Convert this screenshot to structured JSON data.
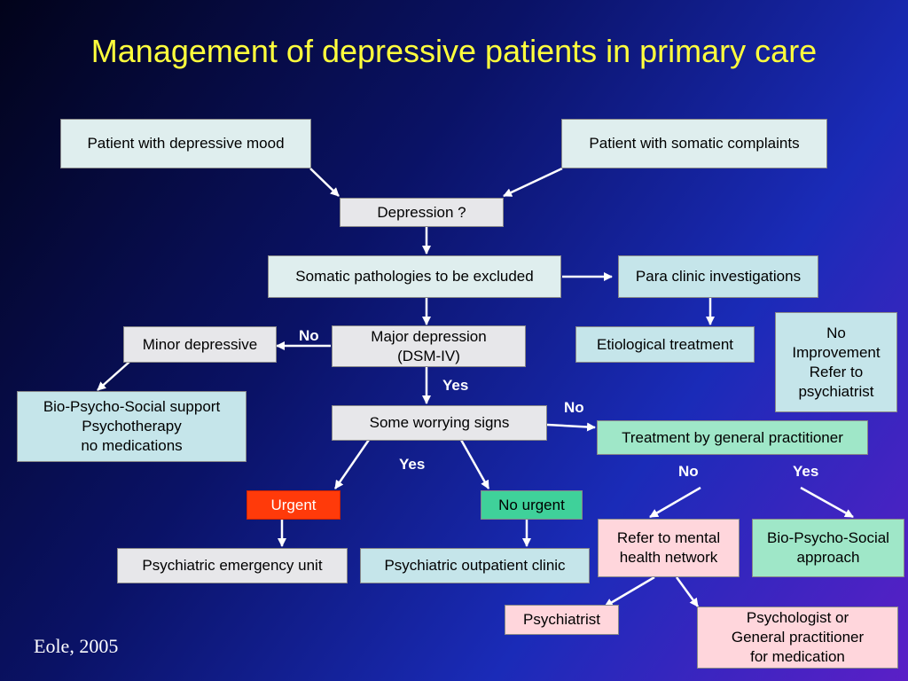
{
  "title": "Management of depressive patients in primary care",
  "credit": "Eole, 2005",
  "boxes": {
    "depressive_mood": "Patient with depressive mood",
    "somatic_complaints": "Patient with somatic complaints",
    "depression_q": "Depression ?",
    "somatic_excluded": "Somatic pathologies to be excluded",
    "para_clinic": "Para clinic investigations",
    "etiological": "Etiological treatment",
    "no_improvement": "No\nImprovement\nRefer to\npsychiatrist",
    "minor_depressive": "Minor depressive",
    "major_depression": "Major depression\n(DSM-IV)",
    "bio_support": "Bio-Psycho-Social support\nPsychotherapy\nno medications",
    "worrying_signs": "Some worrying signs",
    "treatment_gp": "Treatment by general practitioner",
    "urgent": "Urgent",
    "no_urgent": "No urgent",
    "emergency_unit": "Psychiatric emergency unit",
    "outpatient": "Psychiatric outpatient clinic",
    "refer_mental": "Refer to mental\nhealth network",
    "bio_approach": "Bio-Psycho-Social\napproach",
    "psychiatrist": "Psychiatrist",
    "psychologist": "Psychologist or\nGeneral practitioner\nfor medication"
  },
  "labels": {
    "no_minor": "No",
    "yes_major": "Yes",
    "no_worrying": "No",
    "yes_worrying": "Yes",
    "no_gp": "No",
    "yes_gp": "Yes"
  },
  "colors": {
    "title": "#ffff3c",
    "urgent": "#ff3a0a",
    "no_urgent": "#3fd19a",
    "treatment": "#9fe7c8",
    "refer_boxes": "#ffd6dc"
  }
}
